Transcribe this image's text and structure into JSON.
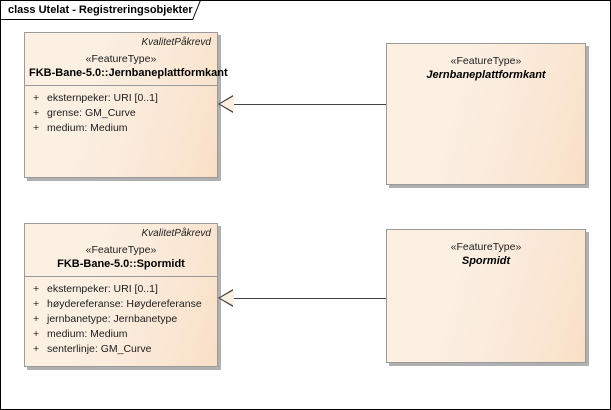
{
  "diagram": {
    "title": "class Utelat - Registreringsobjekter"
  },
  "classes": [
    {
      "id": "fkb-jernbaneplattformkant",
      "tag": "KvalitetPåkrevd",
      "stereotype": "«FeatureType»",
      "name": "FKB-Bane-5.0::Jernbaneplattformkant",
      "abstract": false,
      "attributes": [
        {
          "visibility": "+",
          "text": "eksternpeker: URI [0..1]"
        },
        {
          "visibility": "+",
          "text": "grense: GM_Curve"
        },
        {
          "visibility": "+",
          "text": "medium: Medium"
        }
      ]
    },
    {
      "id": "jernbaneplattformkant",
      "tag": "",
      "stereotype": "«FeatureType»",
      "name": "Jernbaneplattformkant",
      "abstract": true,
      "attributes": []
    },
    {
      "id": "fkb-spormidt",
      "tag": "KvalitetPåkrevd",
      "stereotype": "«FeatureType»",
      "name": "FKB-Bane-5.0::Spormidt",
      "abstract": false,
      "attributes": [
        {
          "visibility": "+",
          "text": "eksternpeker: URI [0..1]"
        },
        {
          "visibility": "+",
          "text": "høydereferanse: Høydereferanse"
        },
        {
          "visibility": "+",
          "text": "jernbanetype: Jernbanetype"
        },
        {
          "visibility": "+",
          "text": "medium: Medium"
        },
        {
          "visibility": "+",
          "text": "senterlinje: GM_Curve"
        }
      ]
    },
    {
      "id": "spormidt",
      "tag": "",
      "stereotype": "«FeatureType»",
      "name": "Spormidt",
      "abstract": true,
      "attributes": []
    }
  ],
  "connectors": [
    {
      "id": "gen-1",
      "type": "generalization",
      "from": "jernbaneplattformkant",
      "to": "fkb-jernbaneplattformkant"
    },
    {
      "id": "gen-2",
      "type": "generalization",
      "from": "spormidt",
      "to": "fkb-spormidt"
    }
  ],
  "colors": {
    "class_fill": "#fbf0e2",
    "class_border": "#9a9a9a",
    "connector": "#46403c",
    "canvas": "#ffffff"
  }
}
